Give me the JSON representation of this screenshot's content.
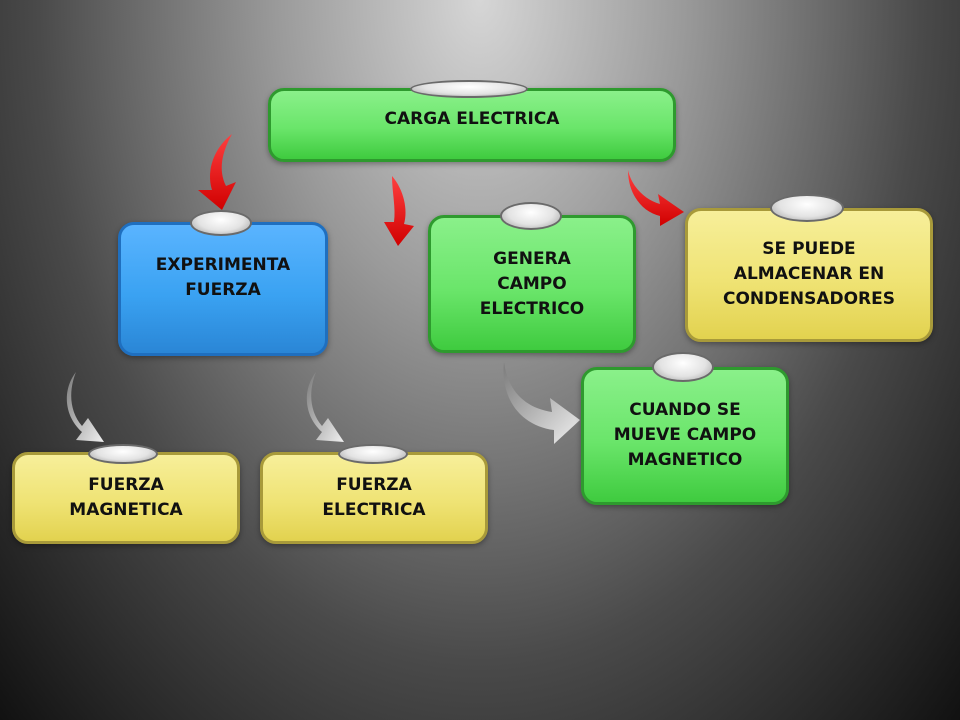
{
  "nodes": {
    "carga": "CARGA ELECTRICA",
    "experimenta": "EXPERIMENTA\nFUERZA",
    "genera": "GENERA\nCAMPO\nELECTRICO",
    "almacenar": "SE PUEDE\nALMACENAR EN\nCONDENSADORES",
    "cuando": "CUANDO SE\nMUEVE CAMPO\nMAGNETICO",
    "magnetica": "FUERZA\nMAGNETICA",
    "electrica": "FUERZA\nELECTRICA"
  },
  "colors": {
    "arrow_primary": "#e81818",
    "arrow_secondary": "#c8c8c8",
    "green": "#6ae56a",
    "blue": "#3aa2f2",
    "yellow": "#efe374"
  }
}
